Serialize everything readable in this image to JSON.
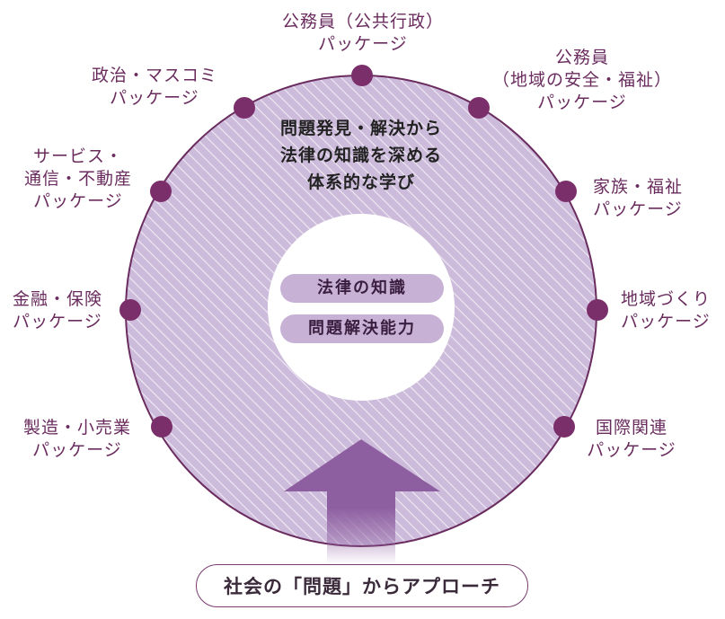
{
  "center": {
    "lines": [
      "問題発見・解決から",
      "法律の知識を深める",
      "体系的な学び"
    ]
  },
  "core": {
    "pill1": "法律の知識",
    "pill2": "問題解決能力"
  },
  "packages": [
    {
      "lines": [
        "公務員（公共行政）",
        "パッケージ"
      ]
    },
    {
      "lines": [
        "公務員",
        "（地域の安全・福祉）",
        "パッケージ"
      ]
    },
    {
      "lines": [
        "家族・福祉",
        "パッケージ"
      ]
    },
    {
      "lines": [
        "地域づくり",
        "パッケージ"
      ]
    },
    {
      "lines": [
        "国際関連",
        "パッケージ"
      ]
    },
    {
      "lines": [
        "製造・小売業",
        "パッケージ"
      ]
    },
    {
      "lines": [
        "金融・保険",
        "パッケージ"
      ]
    },
    {
      "lines": [
        "サービス・",
        "通信・不動産",
        "パッケージ"
      ]
    },
    {
      "lines": [
        "政治・マスコミ",
        "パッケージ"
      ]
    }
  ],
  "approach": {
    "label": "社会の「問題」からアプローチ"
  },
  "colors": {
    "ring_fill": "#cdbbdb",
    "ring_stroke": "#6a2c5e",
    "dot": "#7a2e6a",
    "arrow": "#8e5fa0",
    "label_text": "#6a2c5e"
  }
}
